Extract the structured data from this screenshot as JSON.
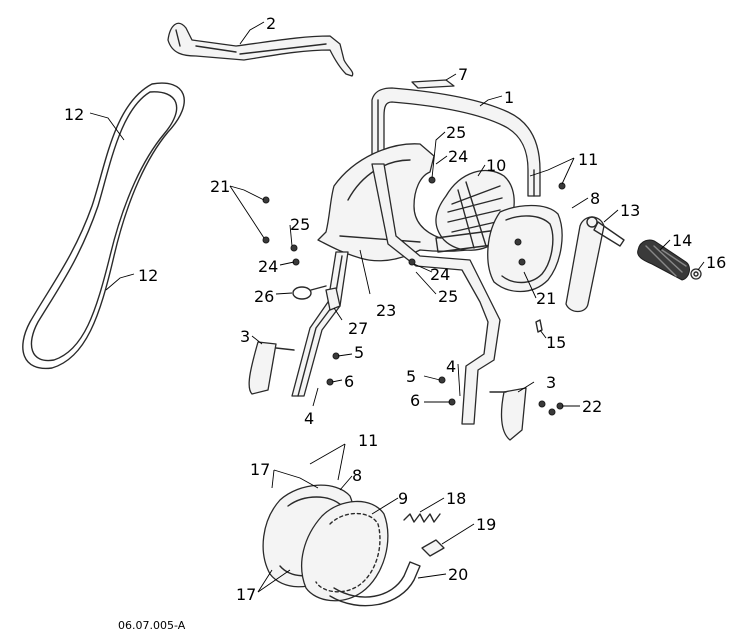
{
  "figure": {
    "drawing_code": "06.07.005-A"
  },
  "callouts": [
    {
      "id": "c1",
      "label": "1"
    },
    {
      "id": "c2",
      "label": "2"
    },
    {
      "id": "c3a",
      "label": "3"
    },
    {
      "id": "c3b",
      "label": "3"
    },
    {
      "id": "c4a",
      "label": "4"
    },
    {
      "id": "c4b",
      "label": "4"
    },
    {
      "id": "c5a",
      "label": "5"
    },
    {
      "id": "c5b",
      "label": "5"
    },
    {
      "id": "c6a",
      "label": "6"
    },
    {
      "id": "c6b",
      "label": "6"
    },
    {
      "id": "c7",
      "label": "7"
    },
    {
      "id": "c8a",
      "label": "8"
    },
    {
      "id": "c8b",
      "label": "8"
    },
    {
      "id": "c9",
      "label": "9"
    },
    {
      "id": "c10",
      "label": "10"
    },
    {
      "id": "c11a",
      "label": "11"
    },
    {
      "id": "c11b",
      "label": "11"
    },
    {
      "id": "c12a",
      "label": "12"
    },
    {
      "id": "c12b",
      "label": "12"
    },
    {
      "id": "c13",
      "label": "13"
    },
    {
      "id": "c14",
      "label": "14"
    },
    {
      "id": "c15",
      "label": "15"
    },
    {
      "id": "c16",
      "label": "16"
    },
    {
      "id": "c17a",
      "label": "17"
    },
    {
      "id": "c17b",
      "label": "17"
    },
    {
      "id": "c18",
      "label": "18"
    },
    {
      "id": "c19",
      "label": "19"
    },
    {
      "id": "c20",
      "label": "20"
    },
    {
      "id": "c21a",
      "label": "21"
    },
    {
      "id": "c21b",
      "label": "21"
    },
    {
      "id": "c22",
      "label": "22"
    },
    {
      "id": "c23",
      "label": "23"
    },
    {
      "id": "c24a",
      "label": "24"
    },
    {
      "id": "c24b",
      "label": "24"
    },
    {
      "id": "c24c",
      "label": "24"
    },
    {
      "id": "c25a",
      "label": "25"
    },
    {
      "id": "c25b",
      "label": "25"
    },
    {
      "id": "c25c",
      "label": "25"
    },
    {
      "id": "c26",
      "label": "26"
    },
    {
      "id": "c27",
      "label": "27"
    }
  ]
}
